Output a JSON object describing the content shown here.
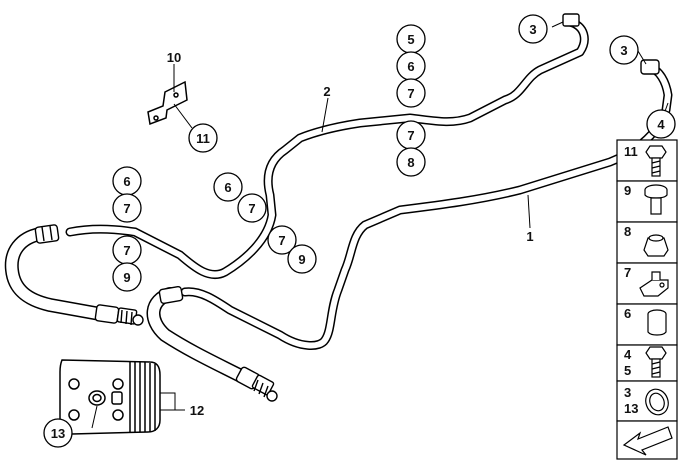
{
  "diagram": {
    "callouts": {
      "c3a": "3",
      "c3b": "3",
      "c4": "4",
      "c5": "5",
      "c6a": "6",
      "c7a": "7",
      "c7b": "7",
      "c8": "8",
      "c6b": "6",
      "c7c": "7",
      "c6c": "6",
      "c7d": "7",
      "c7e": "7",
      "c9a": "9",
      "c7f": "7",
      "c9b": "9",
      "c11": "11",
      "c13": "13"
    },
    "labels": {
      "l10": "10",
      "l2": "2",
      "l1": "1",
      "l12": "12"
    },
    "parts_column": {
      "p11": "11",
      "p9": "9",
      "p8": "8",
      "p7": "7",
      "p6": "6",
      "p4": "4",
      "p5": "5",
      "p3": "3",
      "p13": "13"
    }
  }
}
